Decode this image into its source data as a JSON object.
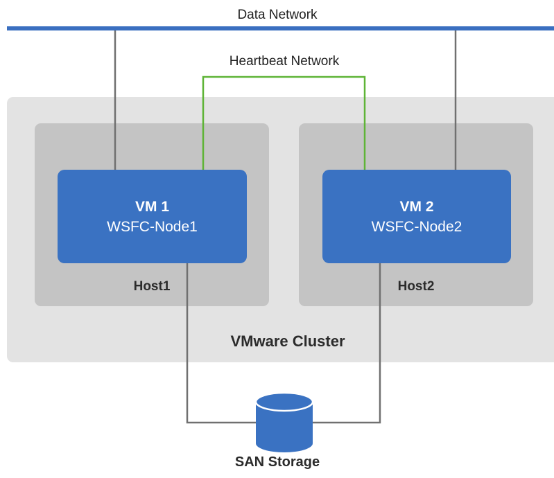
{
  "networks": {
    "data": "Data Network",
    "heartbeat": "Heartbeat Network"
  },
  "cluster": {
    "label": "VMware Cluster"
  },
  "hosts": [
    {
      "label": "Host1",
      "vm": {
        "name": "VM 1",
        "node": "WSFC-Node1"
      }
    },
    {
      "label": "Host2",
      "vm": {
        "name": "VM 2",
        "node": "WSFC-Node2"
      }
    }
  ],
  "storage": {
    "label": "SAN Storage"
  },
  "colors": {
    "data_network": "#3a6fc0",
    "heartbeat_link": "#5fb437",
    "cable": "#707070",
    "vm_fill": "#3a72c2",
    "host_fill": "#c4c4c4",
    "cluster_fill": "#e3e3e3"
  }
}
